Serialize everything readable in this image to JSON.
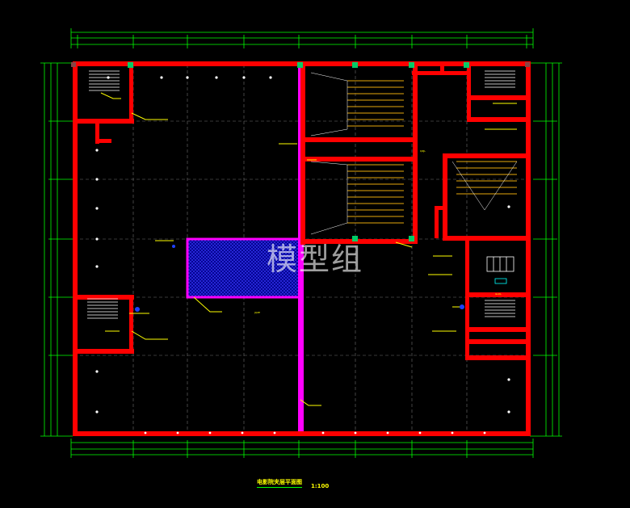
{
  "drawing": {
    "title": "电影院夹层平面图",
    "scale": "1:100",
    "watermark": "模型组",
    "colors": {
      "background": "#000000",
      "wall": "#ff0000",
      "partition": "#ff00ff",
      "dimension": "#00ff00",
      "grid": "#7f7f7f",
      "stair": "#ffffff",
      "label": "#ffff00",
      "hatch": "#0000aa",
      "column": "#00cc66"
    }
  }
}
